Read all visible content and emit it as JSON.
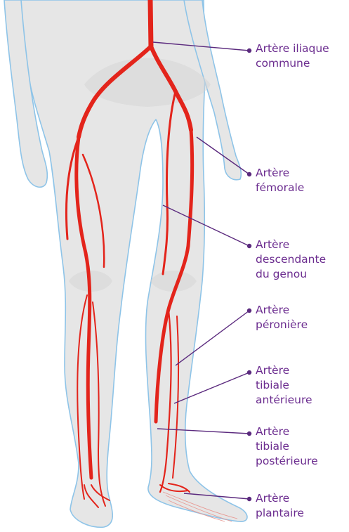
{
  "colors": {
    "artery": "#e3241b",
    "body_fill": "#e6e6e6",
    "body_outline": "#8ec4e8",
    "label": "#6b2c8f",
    "leader": "#5b2a7e"
  },
  "labels": [
    {
      "id": "iliaque",
      "text": "Artère iliaque\ncommune"
    },
    {
      "id": "femorale",
      "text": "Artère\nfémorale"
    },
    {
      "id": "genou",
      "text": "Artère\ndescendante\ndu genou"
    },
    {
      "id": "peroniere",
      "text": "Artère\npéronière"
    },
    {
      "id": "tibiale-ant",
      "text": "Artère\ntibiale\nantérieure"
    },
    {
      "id": "tibiale-post",
      "text": "Artère\ntibiale\npostérieure"
    },
    {
      "id": "plantaire",
      "text": "Artère\nplantaire"
    }
  ]
}
